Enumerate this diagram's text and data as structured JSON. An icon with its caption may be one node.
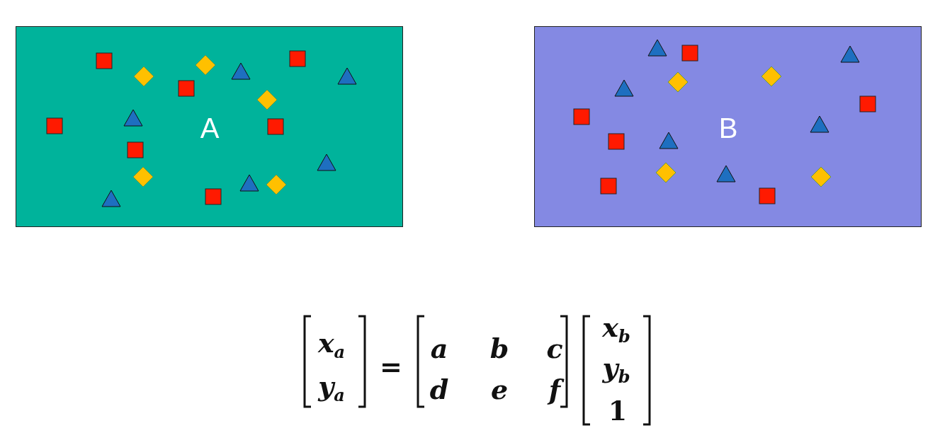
{
  "diagram": {
    "nodes": [
      {
        "text": [
          "A"
        ]
      },
      {
        "text": [
          "B"
        ]
      }
    ],
    "labels": [
      "x$_{a}$",
      "y$_{a}$",
      "=",
      "a",
      "b",
      "c",
      "d",
      "e",
      "f",
      "x$_{b}$",
      "y$_{b}$",
      "1"
    ]
  }
}
